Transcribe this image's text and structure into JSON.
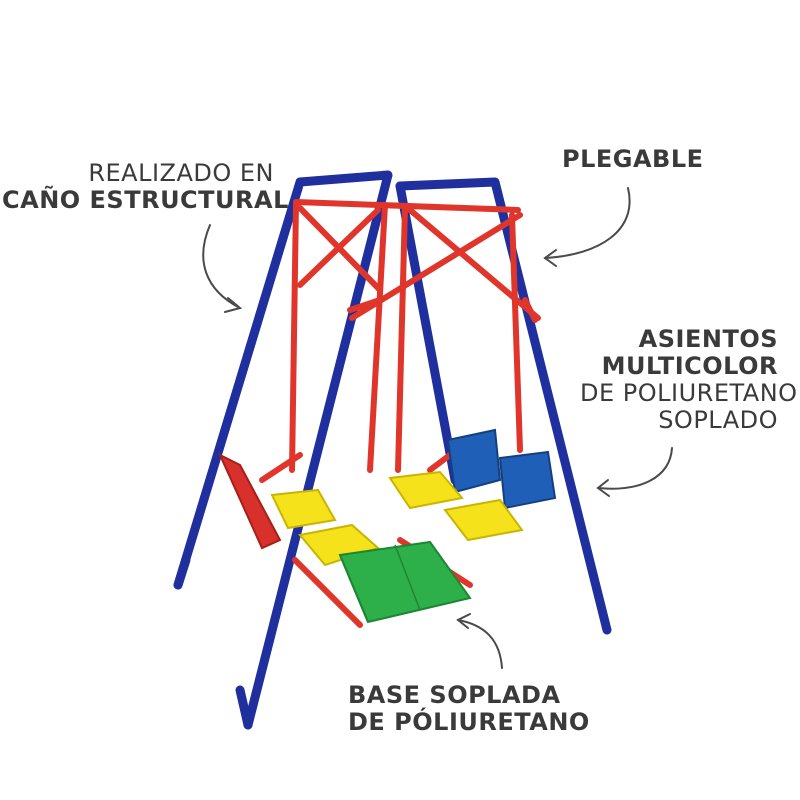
{
  "labels": {
    "structure": {
      "line1": "Realizado en",
      "line2": "Caño estructural"
    },
    "foldable": {
      "line1": "Plegable"
    },
    "seats": {
      "line1": "Asientos",
      "line2": "multicolor",
      "line3": "de poliuretano",
      "line4": "soplado"
    },
    "base": {
      "line1": "Base soplada",
      "line2": "de póliuretano"
    }
  },
  "colors": {
    "frame": "#1f2f9e",
    "inner_frame": "#e0352b",
    "seat_yellow": "#f5e21b",
    "seat_blue": "#1f5fb8",
    "base_green": "#2db04a",
    "backrest_red": "#d8302a",
    "arrow": "#4a4a4a",
    "text": "#3a3a3a"
  }
}
